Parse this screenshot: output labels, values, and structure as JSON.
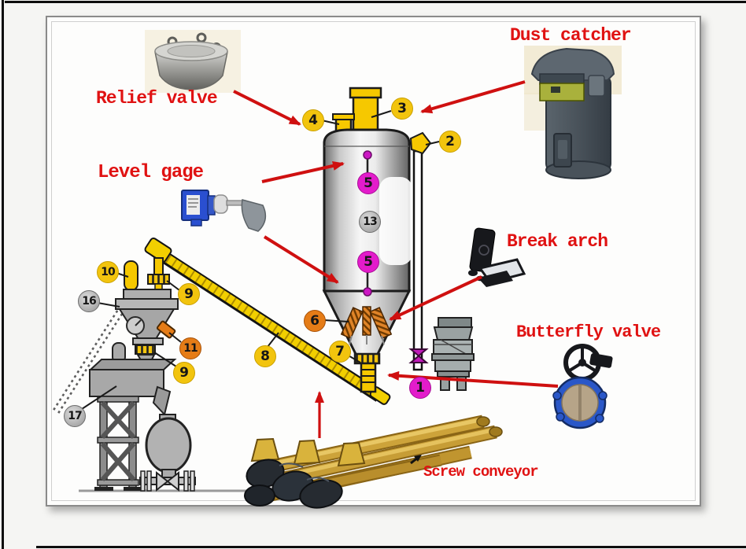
{
  "diagram": {
    "title_context": "Cement silo system parts diagram",
    "labels": {
      "relief_valve": "Relief valve",
      "dust_catcher": "Dust catcher",
      "level_gage": "Level gage",
      "break_arch": "Break arch",
      "butterfly_valve": "Butterfly valve",
      "screw_conveyor": "Screw conveyor"
    },
    "badges": [
      {
        "label": "1",
        "color": "magenta"
      },
      {
        "label": "2",
        "color": "yellow"
      },
      {
        "label": "3",
        "color": "yellow"
      },
      {
        "label": "4",
        "color": "yellow"
      },
      {
        "label": "5",
        "color": "magenta"
      },
      {
        "label": "5",
        "color": "magenta"
      },
      {
        "label": "6",
        "color": "orange"
      },
      {
        "label": "7",
        "color": "yellow"
      },
      {
        "label": "8",
        "color": "yellow"
      },
      {
        "label": "9",
        "color": "yellow"
      },
      {
        "label": "9",
        "color": "yellow"
      },
      {
        "label": "10",
        "color": "yellow"
      },
      {
        "label": "11",
        "color": "orange"
      },
      {
        "label": "13",
        "color": "gray"
      },
      {
        "label": "16",
        "color": "gray"
      },
      {
        "label": "17",
        "color": "gray"
      }
    ],
    "colors": {
      "label_red": "#e01212",
      "arrow_red": "#cf1010",
      "badge_yellow": "#f2c40e",
      "badge_magenta": "#e31ccb",
      "badge_orange": "#e57c17",
      "badge_gray": "#bcbcbc",
      "equipment_yellow": "#f6c800"
    }
  }
}
